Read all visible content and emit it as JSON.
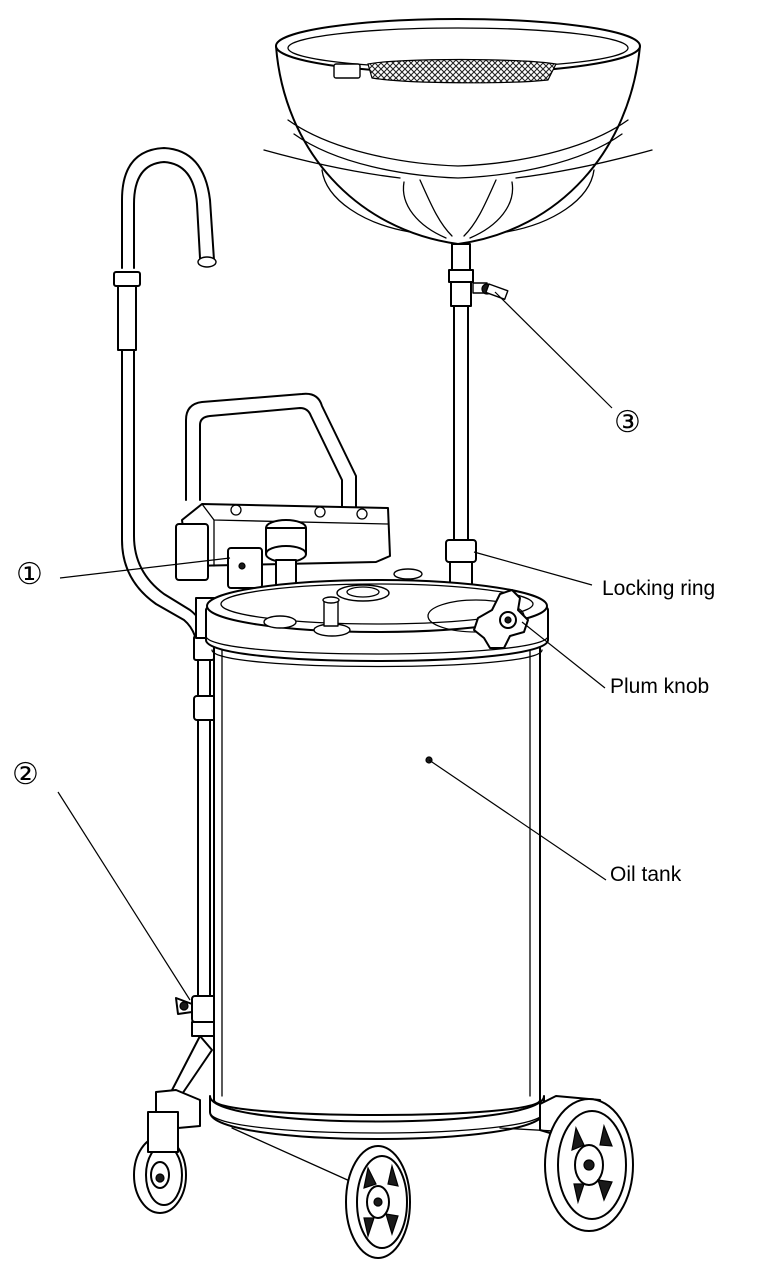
{
  "diagram": {
    "callouts": [
      {
        "id": "1",
        "symbol": "①"
      },
      {
        "id": "2",
        "symbol": "②"
      },
      {
        "id": "3",
        "symbol": "③"
      }
    ],
    "labels": {
      "locking_ring": "Locking ring",
      "plum_knob": "Plum knob",
      "oil_tank": "Oil tank"
    }
  }
}
